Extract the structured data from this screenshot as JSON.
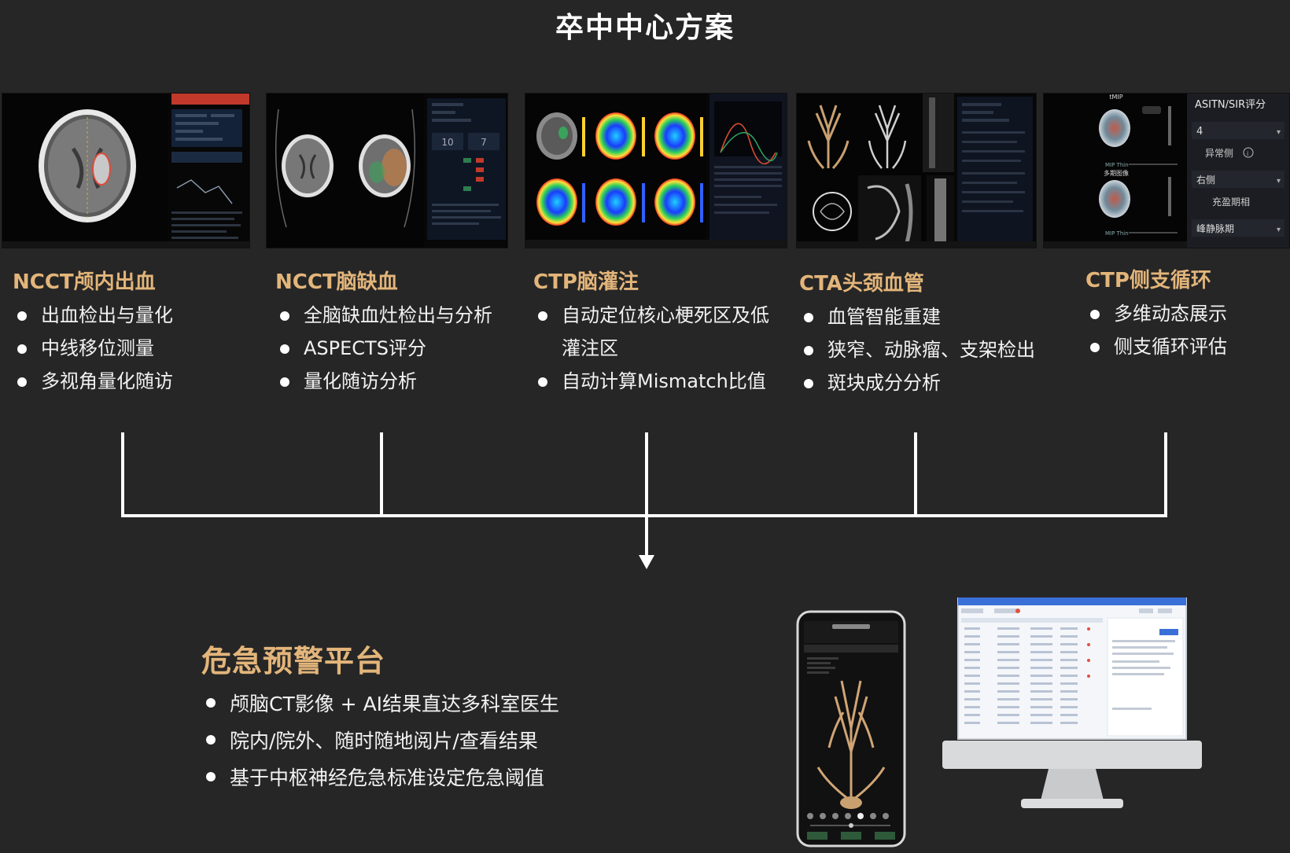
{
  "page": {
    "title": "卒中中心方案"
  },
  "modules": [
    {
      "title": "NCCT颅内出血",
      "bullets": [
        "出血检出与量化",
        "中线移位测量",
        "多视角量化随访"
      ]
    },
    {
      "title": "NCCT脑缺血",
      "bullets": [
        "全脑缺血灶检出与分析",
        "ASPECTS评分",
        "量化随访分析"
      ]
    },
    {
      "title": "CTP脑灌注",
      "bullets": [
        "自动定位核心梗死区及低",
        "自动计算Mismatch比值"
      ],
      "bullet_continuation": "灌注区"
    },
    {
      "title": "CTA头颈血管",
      "bullets": [
        "血管智能重建",
        "狭窄、动脉瘤、支架检出",
        "斑块成分分析"
      ]
    },
    {
      "title": "CTP侧支循环",
      "bullets": [
        "多维动态展示",
        "侧支循环评估"
      ]
    }
  ],
  "thumbnails": {
    "ctp_collateral_panel": {
      "score_title": "ASITN/SIR评分",
      "score_value": "4",
      "abnormal_side_label": "异常侧",
      "side_value": "右侧",
      "phase_label": "充盈期相",
      "phase_value": "峰静脉期",
      "view_label_top": "tMIP",
      "view_label_bottom": "多期图像",
      "mip_label": "MIP Thin"
    },
    "ncct_aspects": {
      "left_score": "10",
      "right_score": "7"
    }
  },
  "alert_platform": {
    "title": "危急预警平台",
    "bullets": [
      "颅脑CT影像 + AI结果直达多科室医生",
      "院内/院外、随时随地阅片/查看结果",
      "基于中枢神经危急标准设定危急阈值"
    ]
  },
  "colors": {
    "accent_gold": "#e3b57a",
    "background": "#262626",
    "panel_dark": "#070707"
  }
}
